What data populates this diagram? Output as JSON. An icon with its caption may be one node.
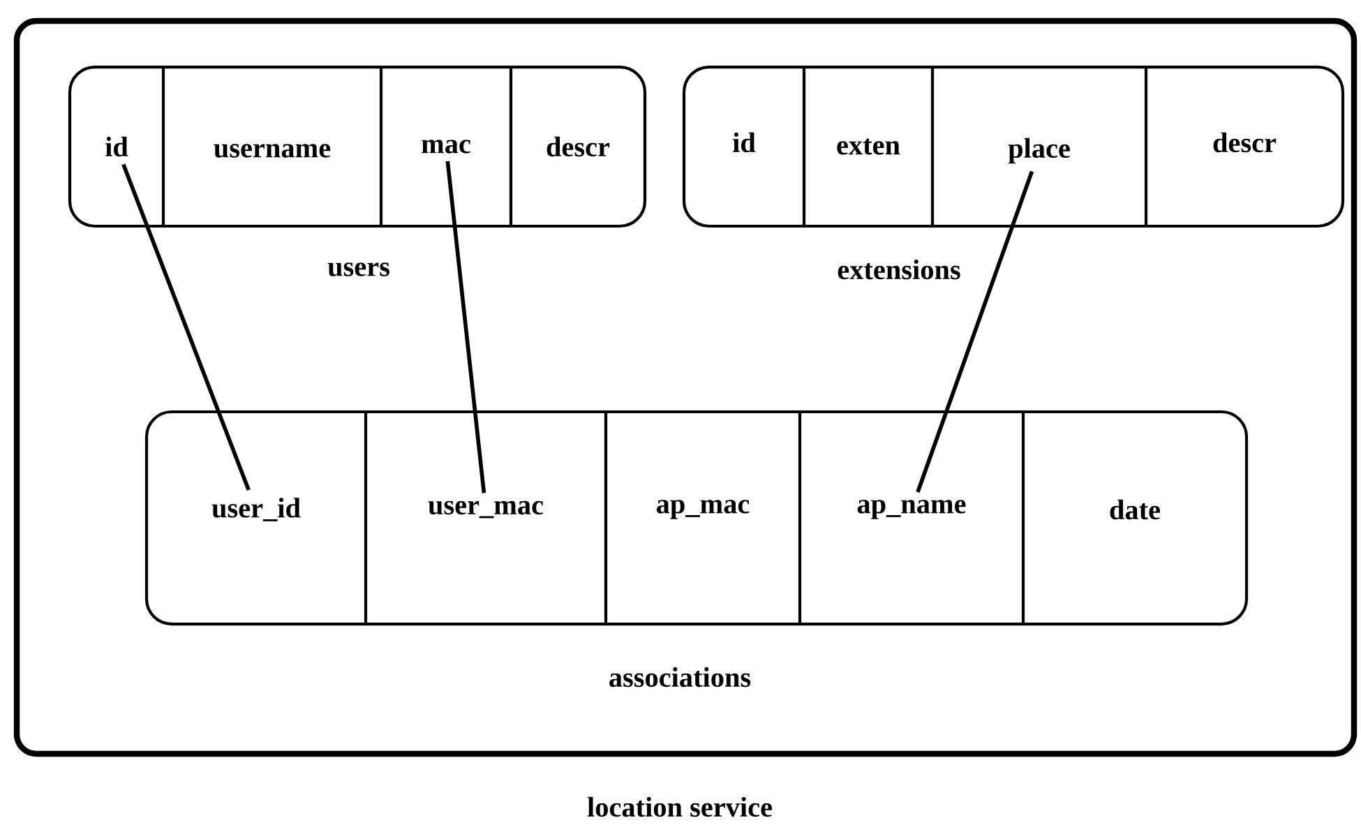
{
  "diagram": {
    "nodes": [
      {
        "text": [
          "location service"
        ]
      },
      {
        "text": [
          "users"
        ],
        "in": 0
      },
      {
        "text": [
          "id"
        ],
        "in": 1
      },
      {
        "text": [
          "username"
        ],
        "in": 1
      },
      {
        "text": [
          "mac"
        ],
        "in": 1
      },
      {
        "text": [
          "descr"
        ],
        "in": 1
      },
      {
        "text": [
          "extensions"
        ],
        "in": 0
      },
      {
        "text": [
          "id"
        ],
        "in": 6
      },
      {
        "text": [
          "exten"
        ],
        "in": 6
      },
      {
        "text": [
          "place"
        ],
        "in": 6
      },
      {
        "text": [
          "descr"
        ],
        "in": 6
      },
      {
        "text": [
          "associations"
        ],
        "in": 0
      },
      {
        "text": [
          "user_id"
        ],
        "in": 11
      },
      {
        "text": [
          "user_mac"
        ],
        "in": 11
      },
      {
        "text": [
          "ap_mac"
        ],
        "in": 11
      },
      {
        "text": [
          "ap_name"
        ],
        "in": 11
      },
      {
        "text": [
          "date"
        ],
        "in": 11
      }
    ],
    "edges": [
      {
        "from": 2,
        "to": 12,
        "arrow": "none"
      },
      {
        "from": 4,
        "to": 13,
        "arrow": "none"
      },
      {
        "from": 9,
        "to": 15,
        "arrow": "none"
      }
    ]
  }
}
